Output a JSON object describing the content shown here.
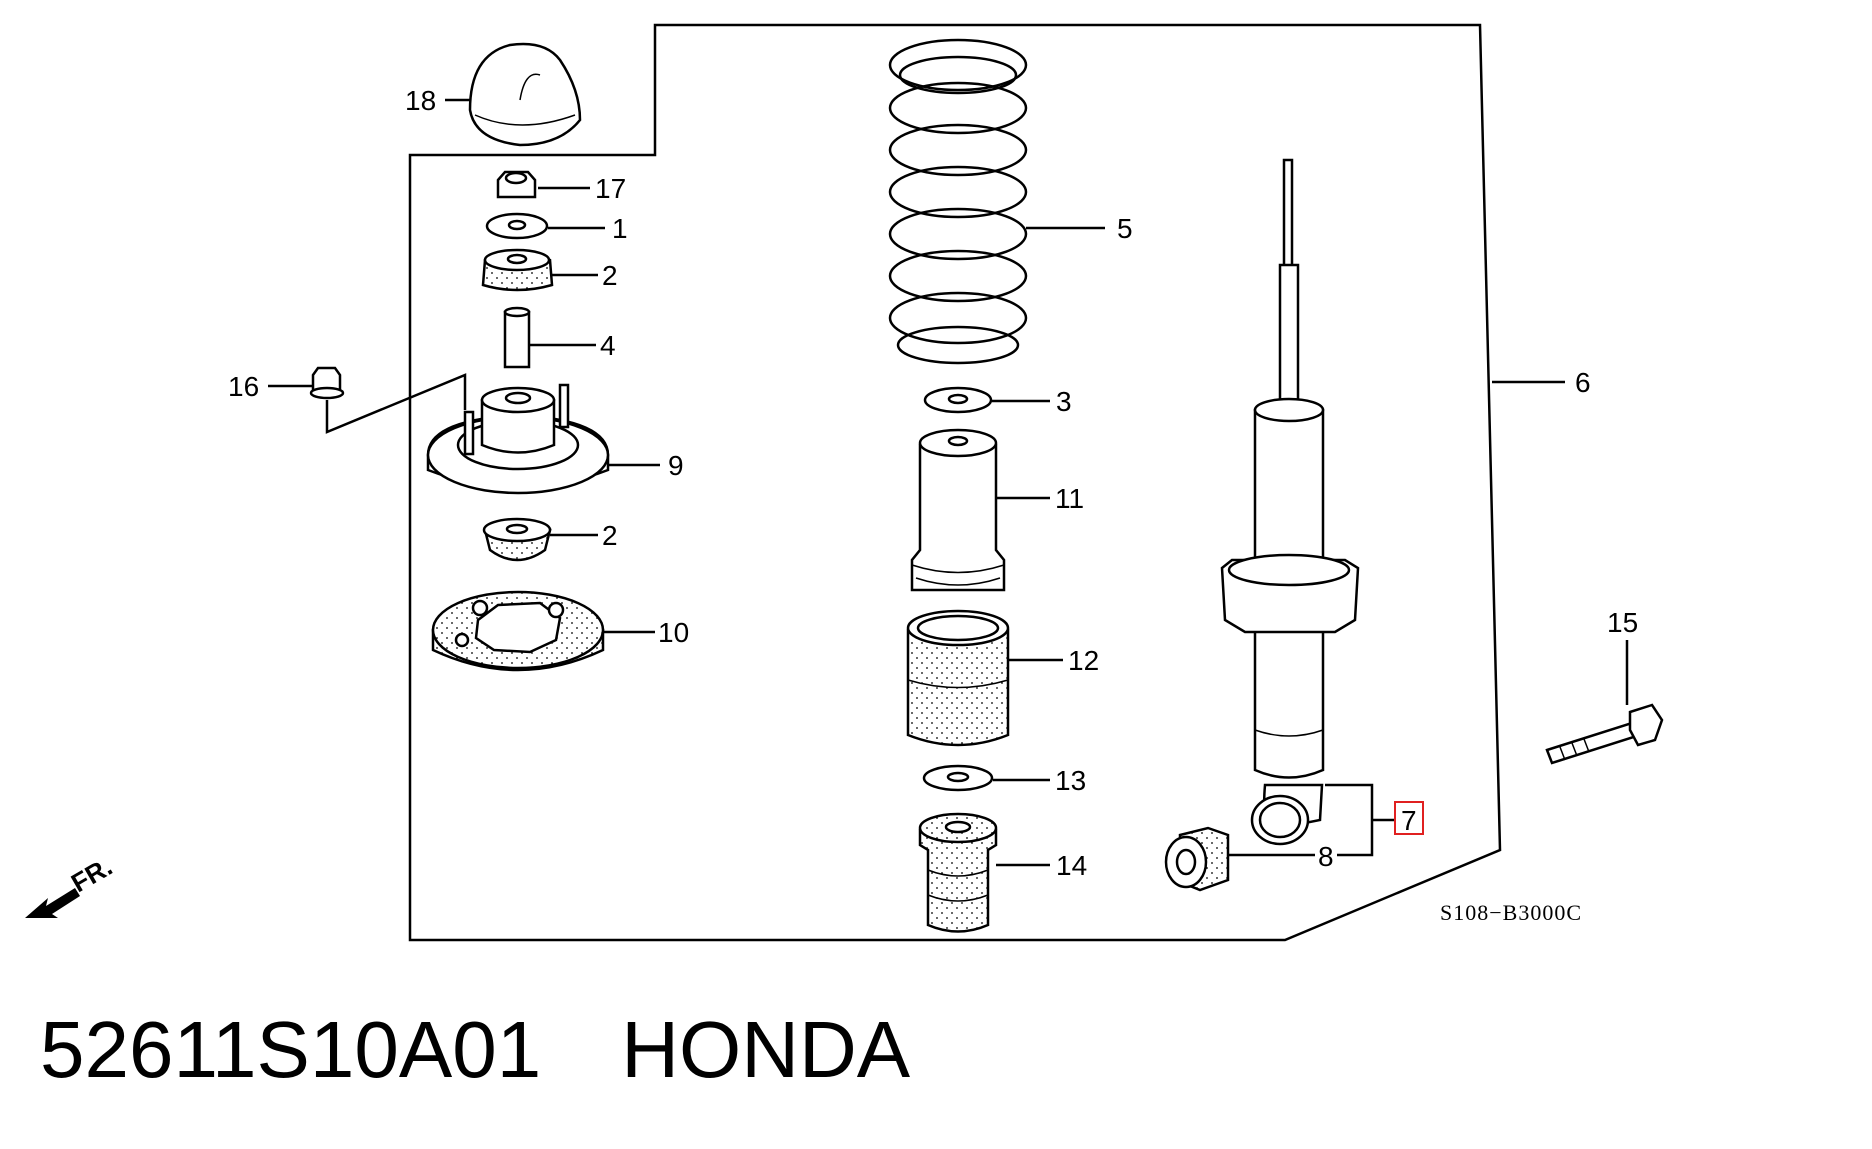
{
  "diagram": {
    "code": "S108−B3000C",
    "front_marker": "FR.",
    "highlighted_label": "7",
    "highlight_color": "#e02020",
    "labels": {
      "p1": "1",
      "p2a": "2",
      "p2b": "2",
      "p3": "3",
      "p4": "4",
      "p5": "5",
      "p6": "6",
      "p7": "7",
      "p8": "8",
      "p9": "9",
      "p10": "10",
      "p11": "11",
      "p12": "12",
      "p13": "13",
      "p14": "14",
      "p15": "15",
      "p16": "16",
      "p17": "17",
      "p18": "18"
    }
  },
  "footer": {
    "part_number": "52611S10A01",
    "brand": "HONDA"
  }
}
